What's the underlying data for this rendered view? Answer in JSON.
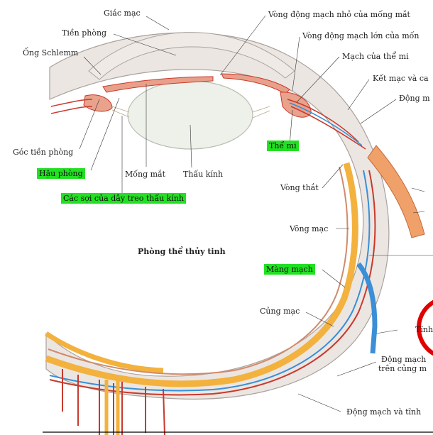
{
  "labels": {
    "giac_mac": "Giác mạc",
    "tien_phong": "Tiền phòng",
    "ong_schlemm": "Ống Schlemm",
    "goc_tien_phong": "Góc tiền phòng",
    "hau_phong": "Hậu phòng",
    "mong_mat": "Mống mắt",
    "thau_kinh": "Thấu kính",
    "cac_soi": "Các sợi của dây treo thấu kính",
    "vong_dm_nho": "Vòng động mạch nhỏ của mống mắt",
    "vong_dm_lon": "Vòng động mạch lớn của mốn",
    "mach_the_mi": "Mạch của thể mi",
    "ket_mac": "Kết mạc và ca",
    "dong_ma": "Động m",
    "the_mi": "Thể mi",
    "vong_that": "Vòng thắt",
    "vong_mac": "Võng mạc",
    "phong_the_thuy_tinh": "Phòng thể thủy tinh",
    "mang_mach": "Màng mạch",
    "cung_mac": "Củng mạc",
    "tinh_partial": "Tĩnh",
    "dong_mach_tren": "Động mạch",
    "tren_cung_mac": "trên củng m",
    "dong_mach_va_tinh": "Động mạch và tĩnh"
  },
  "colors": {
    "sclera": "#ece6e2",
    "sclera_edge": "#a9a19c",
    "choroid": "#f3b13d",
    "vessel_red": "#c8392c",
    "vessel_blue": "#3a8fd6",
    "lens": "#eef1ea",
    "highlight": "#22e022",
    "annotation_circle": "#e00000"
  }
}
